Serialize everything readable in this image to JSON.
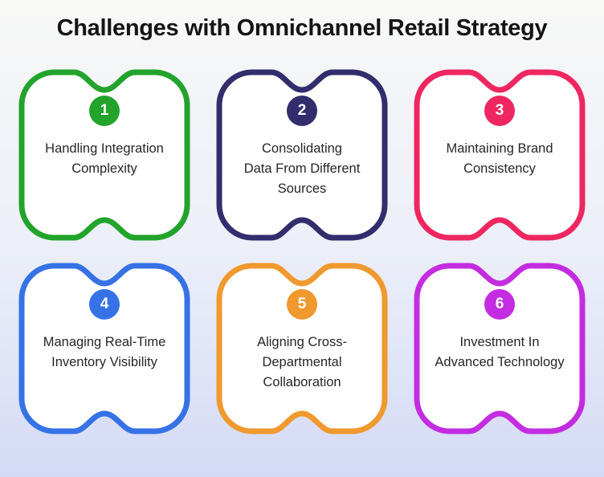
{
  "title": "Challenges with Omnichannel Retail Strategy",
  "colors": {
    "background_top": "#f8f8f7",
    "background_mid": "#eceff8",
    "background_bottom": "#d4daf6",
    "card_fill": "#ffffff",
    "title_text": "#141414",
    "card_text": "#262626",
    "badge_number": "#ffffff"
  },
  "cards": [
    {
      "number": "1",
      "lines": [
        "Handling Integration",
        "Complexity"
      ],
      "color": "#22a32b"
    },
    {
      "number": "2",
      "lines": [
        "Consolidating",
        "Data From Different",
        "Sources"
      ],
      "color": "#322d6c"
    },
    {
      "number": "3",
      "lines": [
        "Maintaining Brand",
        "Consistency"
      ],
      "color": "#ee2760"
    },
    {
      "number": "4",
      "lines": [
        "Managing Real-Time",
        "Inventory Visibility"
      ],
      "color": "#3672e6"
    },
    {
      "number": "5",
      "lines": [
        "Aligning Cross-",
        "Departmental",
        "Collaboration"
      ],
      "color": "#f0992e"
    },
    {
      "number": "6",
      "lines": [
        "Investment In",
        "Advanced Technology"
      ],
      "color": "#c32ce0"
    }
  ]
}
